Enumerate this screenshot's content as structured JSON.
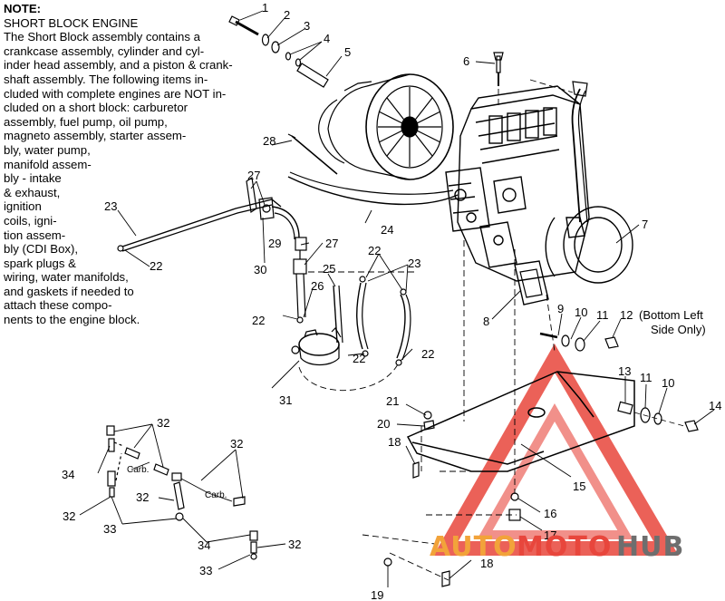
{
  "note": {
    "title": "NOTE:",
    "subtitle": "SHORT BLOCK ENGINE",
    "lines": [
      "The Short Block assembly contains a",
      "crankcase assembly, cylinder and cyl-",
      "inder head assembly, and a piston & crank-",
      "shaft assembly.  The following items in-",
      "cluded with complete engines are NOT in-",
      "cluded on a short block:  carburetor",
      "assembly, fuel pump, oil pump,",
      "magneto assembly, starter assem-",
      "bly, water pump,",
      "manifold assem-",
      "bly - intake",
      "& exhaust,",
      "ignition",
      "coils, igni-",
      "tion assem-",
      "bly (CDI Box),",
      "spark plugs &",
      "wiring, water manifolds,",
      "and gaskets if needed to",
      "attach these compo-",
      "nents to the engine block."
    ]
  },
  "callouts": [
    {
      "id": "c1",
      "text": "1"
    },
    {
      "id": "c2",
      "text": "2"
    },
    {
      "id": "c3",
      "text": "3"
    },
    {
      "id": "c4",
      "text": "4"
    },
    {
      "id": "c5",
      "text": "5"
    },
    {
      "id": "c6",
      "text": "6"
    },
    {
      "id": "c7",
      "text": "7"
    },
    {
      "id": "c8",
      "text": "8"
    },
    {
      "id": "c9",
      "text": "9"
    },
    {
      "id": "c10a",
      "text": "10"
    },
    {
      "id": "c11a",
      "text": "11"
    },
    {
      "id": "c12",
      "text": "12"
    },
    {
      "id": "c12note1",
      "text": "(Bottom Left"
    },
    {
      "id": "c12note2",
      "text": "Side Only)"
    },
    {
      "id": "c13",
      "text": "13"
    },
    {
      "id": "c11b",
      "text": "11"
    },
    {
      "id": "c10b",
      "text": "10"
    },
    {
      "id": "c14",
      "text": "14"
    },
    {
      "id": "c15",
      "text": "15"
    },
    {
      "id": "c16",
      "text": "16"
    },
    {
      "id": "c17",
      "text": "17"
    },
    {
      "id": "c18a",
      "text": "18"
    },
    {
      "id": "c18b",
      "text": "18"
    },
    {
      "id": "c19",
      "text": "19"
    },
    {
      "id": "c20",
      "text": "20"
    },
    {
      "id": "c21",
      "text": "21"
    },
    {
      "id": "c22a",
      "text": "22"
    },
    {
      "id": "c22b",
      "text": "22"
    },
    {
      "id": "c22c",
      "text": "22"
    },
    {
      "id": "c22d",
      "text": "22"
    },
    {
      "id": "c22e",
      "text": "22"
    },
    {
      "id": "c23a",
      "text": "23"
    },
    {
      "id": "c23b",
      "text": "23"
    },
    {
      "id": "c24",
      "text": "24"
    },
    {
      "id": "c25",
      "text": "25"
    },
    {
      "id": "c26",
      "text": "26"
    },
    {
      "id": "c27a",
      "text": "27"
    },
    {
      "id": "c27b",
      "text": "27"
    },
    {
      "id": "c28",
      "text": "28"
    },
    {
      "id": "c29",
      "text": "29"
    },
    {
      "id": "c30",
      "text": "30"
    },
    {
      "id": "c31",
      "text": "31"
    },
    {
      "id": "c32a",
      "text": "32"
    },
    {
      "id": "c32b",
      "text": "32"
    },
    {
      "id": "c32c",
      "text": "32"
    },
    {
      "id": "c32d",
      "text": "32"
    },
    {
      "id": "c32e",
      "text": "32"
    },
    {
      "id": "c33a",
      "text": "33"
    },
    {
      "id": "c33b",
      "text": "33"
    },
    {
      "id": "c34a",
      "text": "34"
    },
    {
      "id": "c34b",
      "text": "34"
    },
    {
      "id": "carb1",
      "text": "Carb."
    },
    {
      "id": "carb2",
      "text": "Carb."
    }
  ],
  "watermark": {
    "part1": "AUTO",
    "part2": "MOTO",
    "part3": "HUB",
    "color_red": "#e8463c",
    "color_orange": "#f2a33a",
    "color_gray": "#6e6e6e"
  }
}
